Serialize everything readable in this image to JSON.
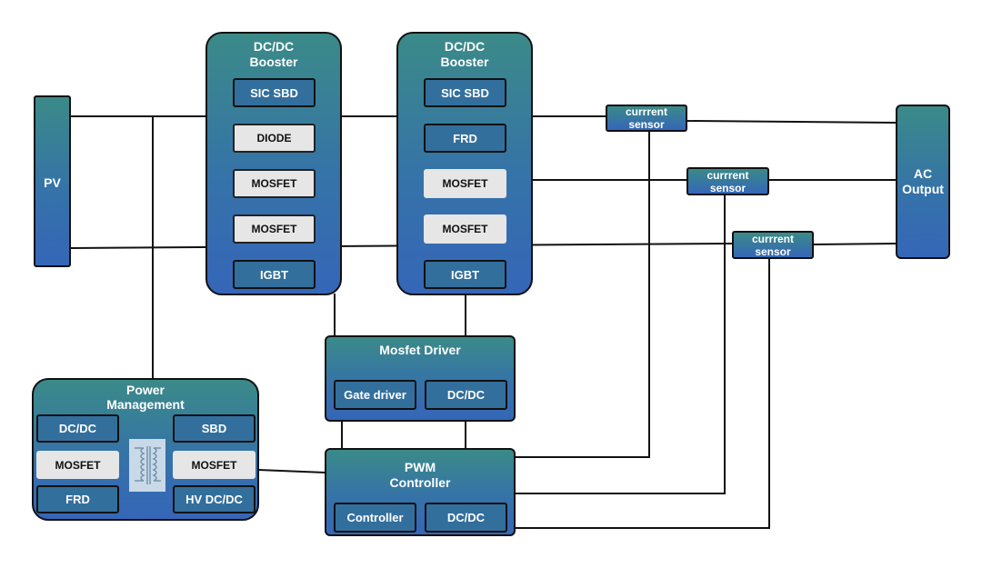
{
  "pv": {
    "label": "PV"
  },
  "ac_output": {
    "line1": "AC",
    "line2": "Output"
  },
  "booster1": {
    "title_line1": "DC/DC",
    "title_line2": "Booster",
    "modules": [
      "SIC SBD",
      "DIODE",
      "MOSFET",
      "MOSFET",
      "IGBT"
    ]
  },
  "booster2": {
    "title_line1": "DC/DC",
    "title_line2": "Booster",
    "modules": [
      "SIC SBD",
      "FRD",
      "MOSFET",
      "MOSFET",
      "IGBT"
    ]
  },
  "sensors": [
    {
      "line1": "currrent",
      "line2": "sensor"
    },
    {
      "line1": "currrent",
      "line2": "sensor"
    },
    {
      "line1": "currrent",
      "line2": "sensor"
    }
  ],
  "mosfet_driver": {
    "title": "Mosfet Driver",
    "modules": [
      "Gate driver",
      "DC/DC"
    ]
  },
  "power_management": {
    "title_line1": "Power",
    "title_line2": "Management",
    "modules": [
      "DC/DC",
      "SBD",
      "MOSFET",
      "MOSFET",
      "FRD",
      "HV DC/DC"
    ],
    "transformer_icon": "transformer-icon"
  },
  "pwm_controller": {
    "title_line1": "PWM",
    "title_line2": "Controller",
    "modules": [
      "Controller",
      "DC/DC"
    ]
  },
  "colors": {
    "box_top": "#3b8a88",
    "box_bottom": "#3566b8",
    "module_dark": "#336f9d",
    "module_light": "#e6e6e6"
  }
}
